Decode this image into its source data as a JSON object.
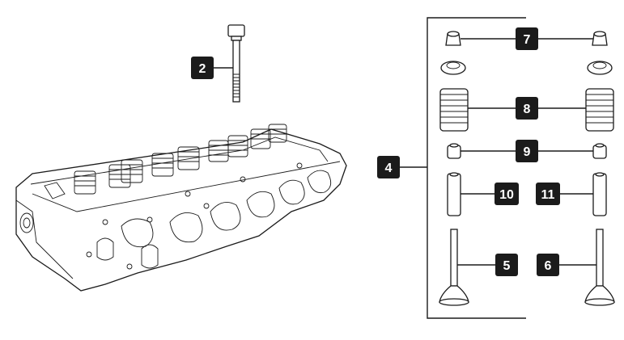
{
  "callouts": {
    "c2": "2",
    "c4": "4",
    "c5": "5",
    "c6": "6",
    "c7": "7",
    "c8": "8",
    "c9": "9",
    "c10": "10",
    "c11": "11"
  },
  "colors": {
    "ink": "#1b1b1b",
    "badge_text": "#ffffff",
    "background": "#ffffff"
  },
  "icons": [
    "cylinder-head-illustration",
    "head-bolt-illustration",
    "valve-collet-illustration",
    "spring-retainer-illustration",
    "valve-spring-illustration",
    "valve-stem-seal-illustration",
    "valve-guide-illustration",
    "intake-valve-illustration",
    "exhaust-valve-illustration"
  ]
}
